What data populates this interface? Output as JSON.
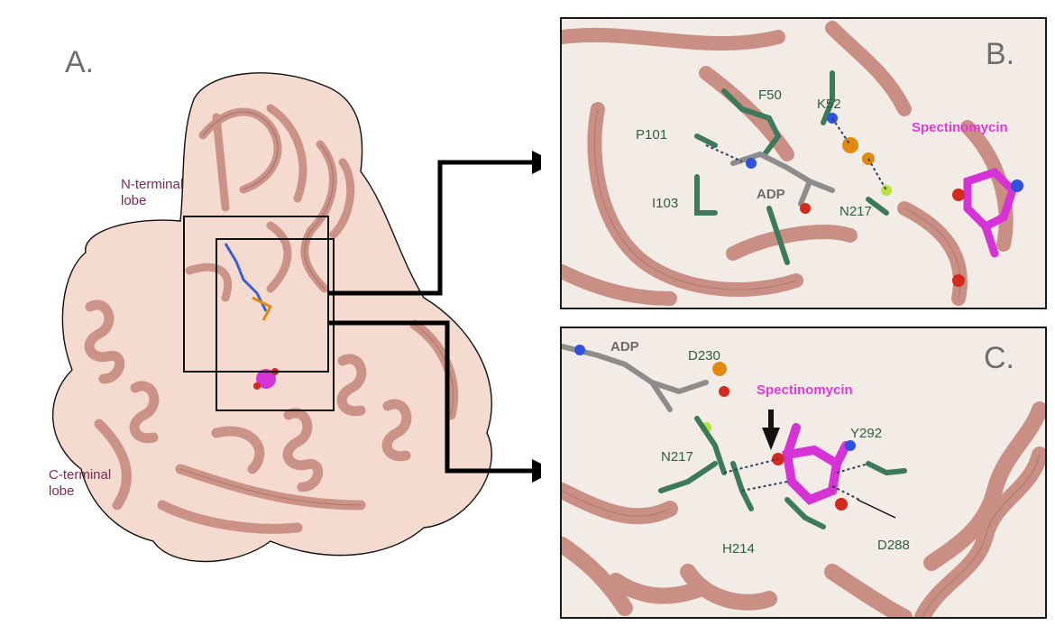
{
  "panels": {
    "a": {
      "letter": "A.",
      "n_lobe": [
        "N-terminal",
        "lobe"
      ],
      "c_lobe": [
        "C-terminal",
        "lobe"
      ]
    },
    "b": {
      "letter": "B.",
      "residues": [
        "F50",
        "K52",
        "P101",
        "I103",
        "N217"
      ],
      "ligand_adp": "ADP",
      "ligand_spec": "Spectinomycin"
    },
    "c": {
      "letter": "C.",
      "residues": [
        "D230",
        "N217",
        "Y292",
        "H214",
        "D288"
      ],
      "ligand_adp": "ADP",
      "ligand_spec": "Spectinomycin"
    }
  },
  "colors": {
    "ribbon": "#c98f84",
    "surface": "#f3d3c8",
    "residue": "#3d7a5c",
    "adp": "#8c8c8c",
    "spectinomycin": "#d633d6",
    "oxygen": "#d42a1e",
    "nitrogen": "#3050e0",
    "phosphorus": "#e08a10",
    "magnesium": "#b6e23a"
  }
}
